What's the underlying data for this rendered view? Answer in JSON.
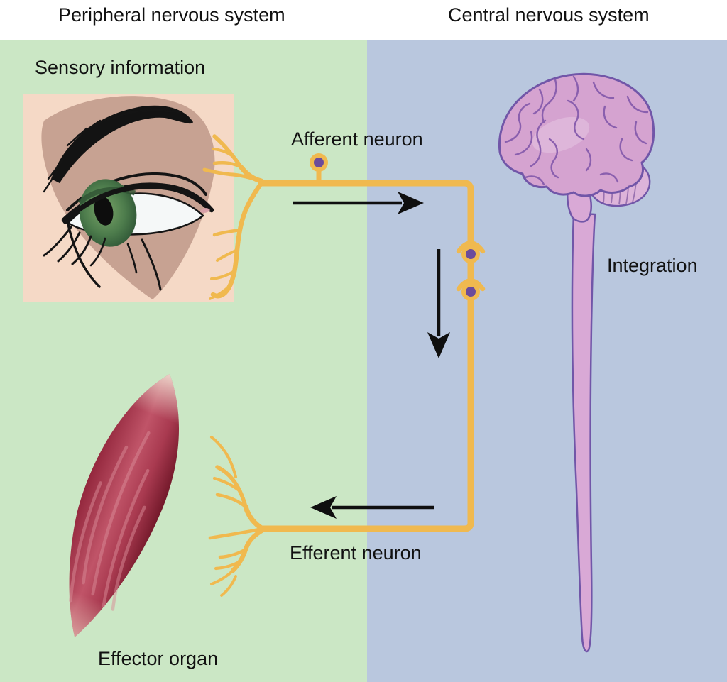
{
  "titles": {
    "peripheral": "Peripheral nervous system",
    "central": "Central nervous system"
  },
  "labels": {
    "sensory_information": "Sensory information",
    "afferent_neuron": "Afferent neuron",
    "integration": "Integration",
    "efferent_neuron": "Efferent neuron",
    "effector_organ": "Effector organ"
  },
  "colors": {
    "panel-green": "#cbe7c5",
    "panel-blue": "#b9c7de",
    "eye-box": "#f5d9c6",
    "skin-tan": "#c7a292",
    "nerve-yellow": "#f0b94f",
    "soma-purple": "#6b4b9b",
    "arrow-black": "#0f0f0f",
    "brain-pink": "#d5a3d0",
    "brain-outline": "#7156a8",
    "spinal-cord-pink": "#d9a9d6",
    "muscle-red": "#a52b42",
    "text-black": "#111111"
  }
}
